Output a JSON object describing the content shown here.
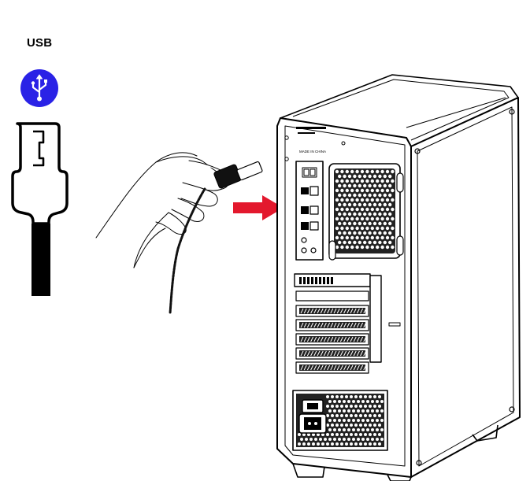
{
  "legend": {
    "label": "USB",
    "badge_icon": "usb-symbol-icon",
    "badge_color": "#2a22e6"
  },
  "case_labels": {
    "model_text": "MADE IN CHINA"
  },
  "colors": {
    "arrow": "#e3182d",
    "line": "#000000",
    "background": "#ffffff"
  },
  "illustration": {
    "subject": "pc-tower-rear-view",
    "action": "insert-usb-cable",
    "connector_icon": "usb-type-a-connector-icon",
    "hand_icon": "hand-holding-plug-icon",
    "arrow_icon": "red-right-arrow-icon"
  }
}
